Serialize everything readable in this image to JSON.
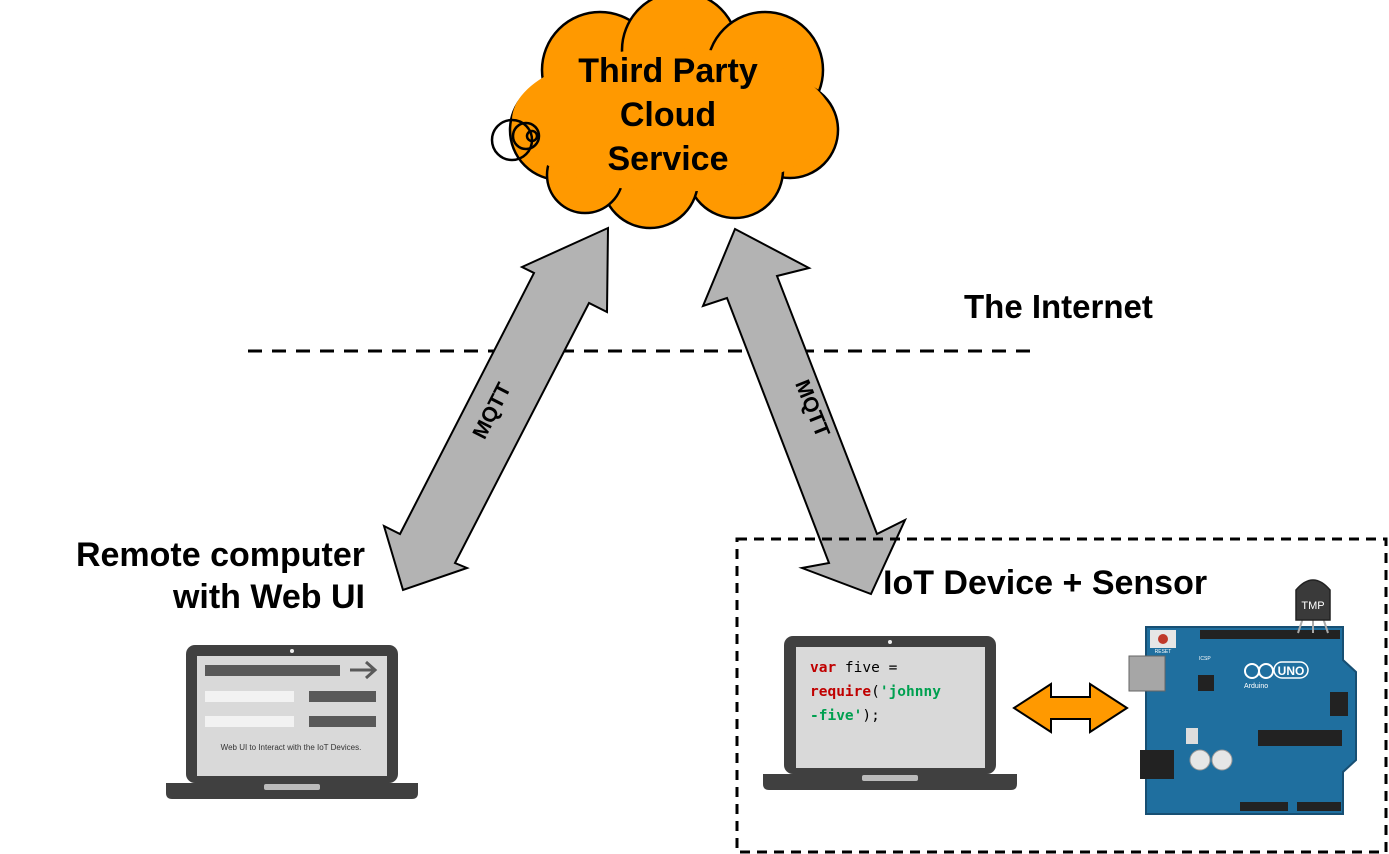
{
  "cloud": {
    "lines": [
      "Third Party",
      "Cloud",
      "Service"
    ]
  },
  "internet_label": "The Internet",
  "links": {
    "left_protocol": "MQTT",
    "right_protocol": "MQTT"
  },
  "remote": {
    "title_lines": [
      "Remote computer",
      "with Web UI"
    ],
    "screen_text": "Web  UI to Interact  with  the IoT Devices."
  },
  "iot": {
    "title": "IoT Device + Sensor",
    "code": {
      "l1_kw": "var",
      "l1_rest": " five =",
      "l2_fn": "require",
      "l2_p1": "(",
      "l2_str": "'johnny",
      "l3_str": "-five'",
      "l3_rest": ");"
    },
    "sensor_label": "TMP",
    "board_labels": {
      "brand": "UNO",
      "maker": "Arduino",
      "reset": "RESET",
      "icsp": "ICSP"
    }
  },
  "colors": {
    "cloud_fill": "#ff9900",
    "arrow_gray": "#b3b3b3",
    "laptop_dark": "#404040",
    "arduino_blue": "#1f6f9f",
    "code_keyword": "#c00000",
    "code_string": "#00a050"
  }
}
